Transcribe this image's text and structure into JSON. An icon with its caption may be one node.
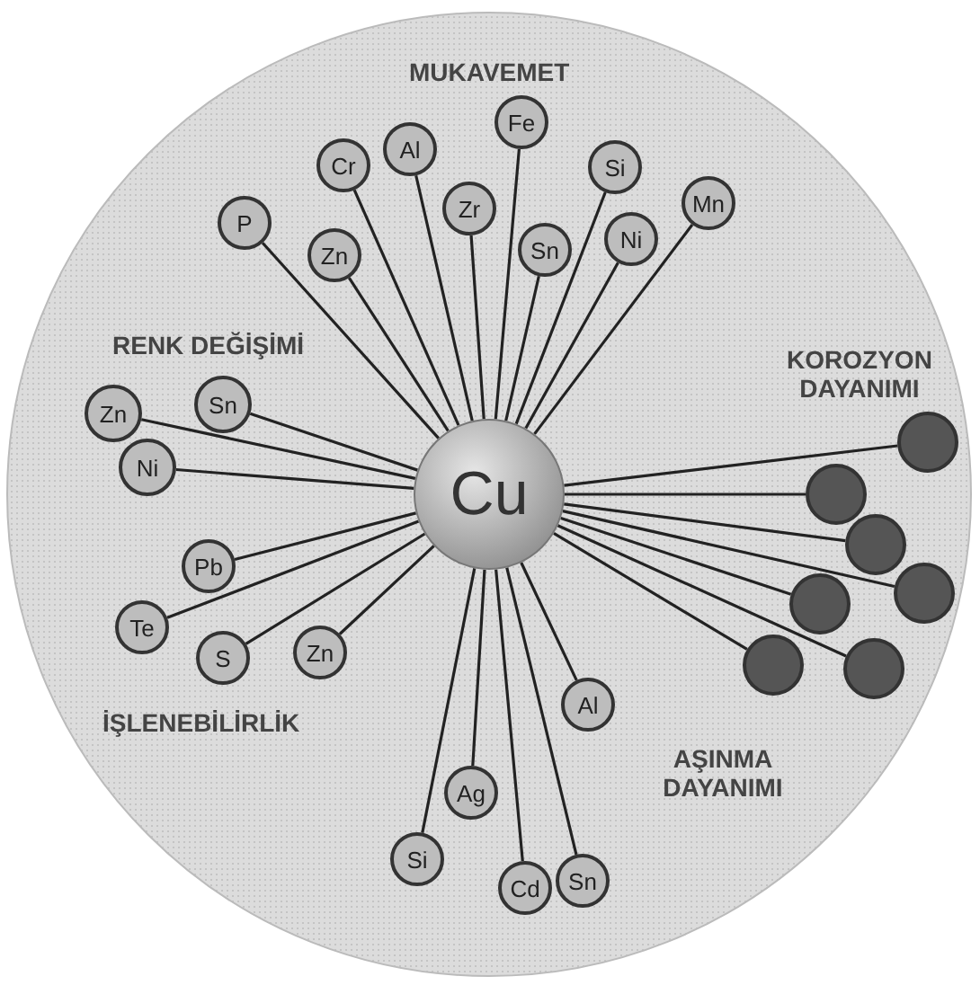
{
  "diagram": {
    "nodes": [
      {
        "text": [
          "Cu"
        ]
      },
      {
        "text": [
          "P"
        ]
      },
      {
        "text": [
          "Cr"
        ]
      },
      {
        "text": [
          "Al"
        ]
      },
      {
        "text": [
          "Fe"
        ]
      },
      {
        "text": [
          "Si"
        ]
      },
      {
        "text": [
          "Zn"
        ]
      },
      {
        "text": [
          "Zr"
        ]
      },
      {
        "text": [
          "Sn"
        ]
      },
      {
        "text": [
          "Ni"
        ]
      },
      {
        "text": [
          "Mn"
        ]
      },
      {
        "text": [
          "Zn"
        ]
      },
      {
        "text": [
          "Sn"
        ]
      },
      {
        "text": [
          "Ni"
        ]
      },
      {
        "text": [],
        "shape": "circle"
      },
      {
        "text": [],
        "shape": "circle"
      },
      {
        "text": [],
        "shape": "circle"
      },
      {
        "text": [],
        "shape": "circle"
      },
      {
        "text": [],
        "shape": "circle"
      },
      {
        "text": [],
        "shape": "circle"
      },
      {
        "text": [],
        "shape": "circle"
      },
      {
        "text": [
          "Pb"
        ]
      },
      {
        "text": [
          "Te"
        ]
      },
      {
        "text": [
          "S"
        ]
      },
      {
        "text": [
          "Zn"
        ]
      },
      {
        "text": [
          "Al"
        ]
      },
      {
        "text": [
          "Ag"
        ]
      },
      {
        "text": [
          "Si"
        ]
      },
      {
        "text": [
          "Cd"
        ]
      },
      {
        "text": [
          "Sn"
        ]
      }
    ],
    "edges": [
      {
        "from": 0,
        "to": 1,
        "arrow": "none"
      },
      {
        "from": 0,
        "to": 2,
        "arrow": "none"
      },
      {
        "from": 0,
        "to": 3,
        "arrow": "none"
      },
      {
        "from": 0,
        "to": 4,
        "arrow": "none"
      },
      {
        "from": 0,
        "to": 5,
        "arrow": "none"
      },
      {
        "from": 0,
        "to": 6,
        "arrow": "none"
      },
      {
        "from": 0,
        "to": 7,
        "arrow": "none"
      },
      {
        "from": 0,
        "to": 8,
        "arrow": "none"
      },
      {
        "from": 0,
        "to": 9,
        "arrow": "none"
      },
      {
        "from": 0,
        "to": 10,
        "arrow": "none"
      },
      {
        "from": 0,
        "to": 11,
        "arrow": "none"
      },
      {
        "from": 0,
        "to": 12,
        "arrow": "none"
      },
      {
        "from": 0,
        "to": 13,
        "arrow": "none"
      },
      {
        "from": 0,
        "to": 14,
        "arrow": "none"
      },
      {
        "from": 0,
        "to": 15,
        "arrow": "none"
      },
      {
        "from": 0,
        "to": 16,
        "arrow": "none"
      },
      {
        "from": 0,
        "to": 17,
        "arrow": "none"
      },
      {
        "from": 0,
        "to": 18,
        "arrow": "none"
      },
      {
        "from": 0,
        "to": 19,
        "arrow": "none"
      },
      {
        "from": 0,
        "to": 20,
        "arrow": "none"
      },
      {
        "from": 0,
        "to": 21,
        "arrow": "none"
      },
      {
        "from": 0,
        "to": 22,
        "arrow": "none"
      },
      {
        "from": 0,
        "to": 23,
        "arrow": "none"
      },
      {
        "from": 0,
        "to": 24,
        "arrow": "none"
      },
      {
        "from": 0,
        "to": 25,
        "arrow": "none"
      },
      {
        "from": 0,
        "to": 26,
        "arrow": "none"
      },
      {
        "from": 0,
        "to": 27,
        "arrow": "none"
      },
      {
        "from": 0,
        "to": 28,
        "arrow": "none"
      },
      {
        "from": 0,
        "to": 29,
        "arrow": "none"
      }
    ],
    "labels": [
      "MUKAVEMET",
      "RENK DEĞİŞİMİ",
      "KOROZYON DAYANIMI",
      "İŞLENEBİLİRLİK",
      "AŞINMA DAYANIMI"
    ]
  }
}
